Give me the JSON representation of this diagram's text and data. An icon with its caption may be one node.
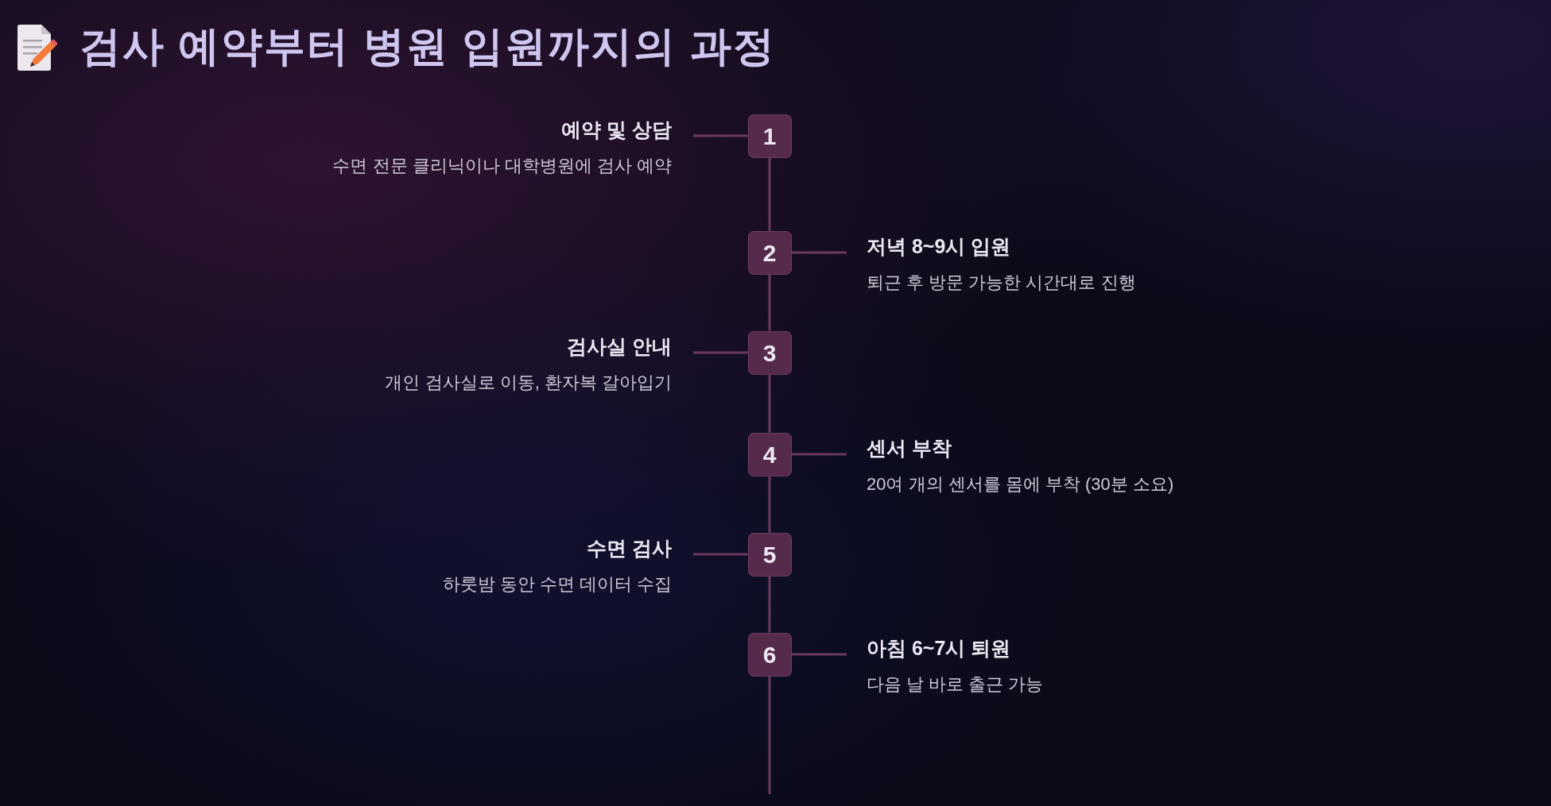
{
  "diagram": {
    "title": "검사 예약부터 병원 입원까지의 과정",
    "nodes": [
      {
        "text": [
          "1"
        ]
      },
      {
        "text": [
          "예약 및 상담",
          "수면 전문 클리닉이나 대학병원에 검사 예약"
        ]
      },
      {
        "text": [
          "2"
        ]
      },
      {
        "text": [
          "저녁 8~9시 입원",
          "퇴근 후 방문 가능한 시간대로 진행"
        ]
      },
      {
        "text": [
          "3"
        ]
      },
      {
        "text": [
          "검사실 안내",
          "개인 검사실로 이동, 환자복 갈아입기"
        ]
      },
      {
        "text": [
          "4"
        ]
      },
      {
        "text": [
          "센서 부착",
          "20여 개의 센서를 몸에 부착 (30분 소요)"
        ]
      },
      {
        "text": [
          "5"
        ]
      },
      {
        "text": [
          "수면 검사",
          "하룻밤 동안 수면 데이터 수집"
        ]
      },
      {
        "text": [
          "6"
        ]
      },
      {
        "text": [
          "아침 6~7시 퇴원",
          "다음 날 바로 출근 가능"
        ]
      }
    ],
    "edges": [
      {
        "from": 0,
        "to": 1,
        "arrow": "none"
      },
      {
        "from": 0,
        "to": 2,
        "arrow": "none"
      },
      {
        "from": 2,
        "to": 3,
        "arrow": "none"
      },
      {
        "from": 2,
        "to": 4,
        "arrow": "none"
      },
      {
        "from": 4,
        "to": 5,
        "arrow": "none"
      },
      {
        "from": 4,
        "to": 6,
        "arrow": "none"
      },
      {
        "from": 6,
        "to": 7,
        "arrow": "none"
      },
      {
        "from": 6,
        "to": 8,
        "arrow": "none"
      },
      {
        "from": 8,
        "to": 9,
        "arrow": "none"
      },
      {
        "from": 8,
        "to": 10,
        "arrow": "none"
      },
      {
        "from": 10,
        "to": 11,
        "arrow": "none"
      },
      {
        "from": 10,
        "to": null,
        "arrow": "none"
      }
    ]
  }
}
